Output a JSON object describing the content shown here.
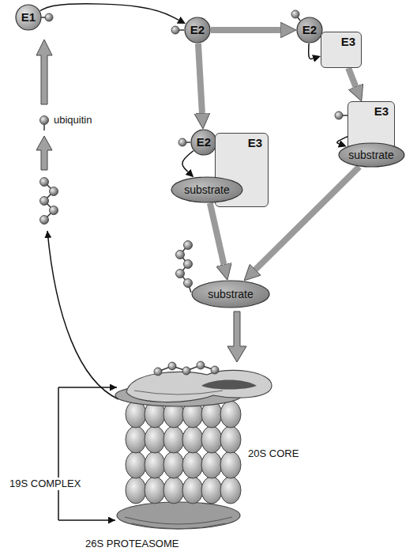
{
  "diagram": {
    "nodes": [
      {
        "text": [
          "E1"
        ]
      },
      {
        "text": [
          "E2"
        ]
      },
      {
        "text": [
          "E2"
        ]
      },
      {
        "text": [
          "E3"
        ]
      },
      {
        "text": [
          "E2"
        ]
      },
      {
        "text": [
          "E3"
        ]
      },
      {
        "text": [
          "substrate"
        ]
      },
      {
        "text": [
          "E3"
        ]
      },
      {
        "text": [
          "substrate"
        ]
      },
      {
        "text": [
          "substrate"
        ]
      }
    ],
    "edges": [
      {
        "from": 0,
        "to": 1,
        "arrow": "to"
      },
      {
        "from": 1,
        "to": 2,
        "arrow": "to"
      },
      {
        "from": 1,
        "to": 4,
        "arrow": "to"
      },
      {
        "from": 2,
        "to": 3,
        "arrow": "to"
      },
      {
        "from": 4,
        "to": 6,
        "arrow": "to"
      },
      {
        "from": 3,
        "to": 7,
        "arrow": "to"
      },
      {
        "from": 7,
        "to": 8,
        "arrow": "to"
      },
      {
        "from": 6,
        "to": 9,
        "arrow": "to"
      },
      {
        "from": 8,
        "to": 9,
        "arrow": "to"
      }
    ],
    "labels": [
      "ubiquitin",
      "19S COMPLEX",
      "20S CORE",
      "26S PROTEASOME"
    ]
  }
}
